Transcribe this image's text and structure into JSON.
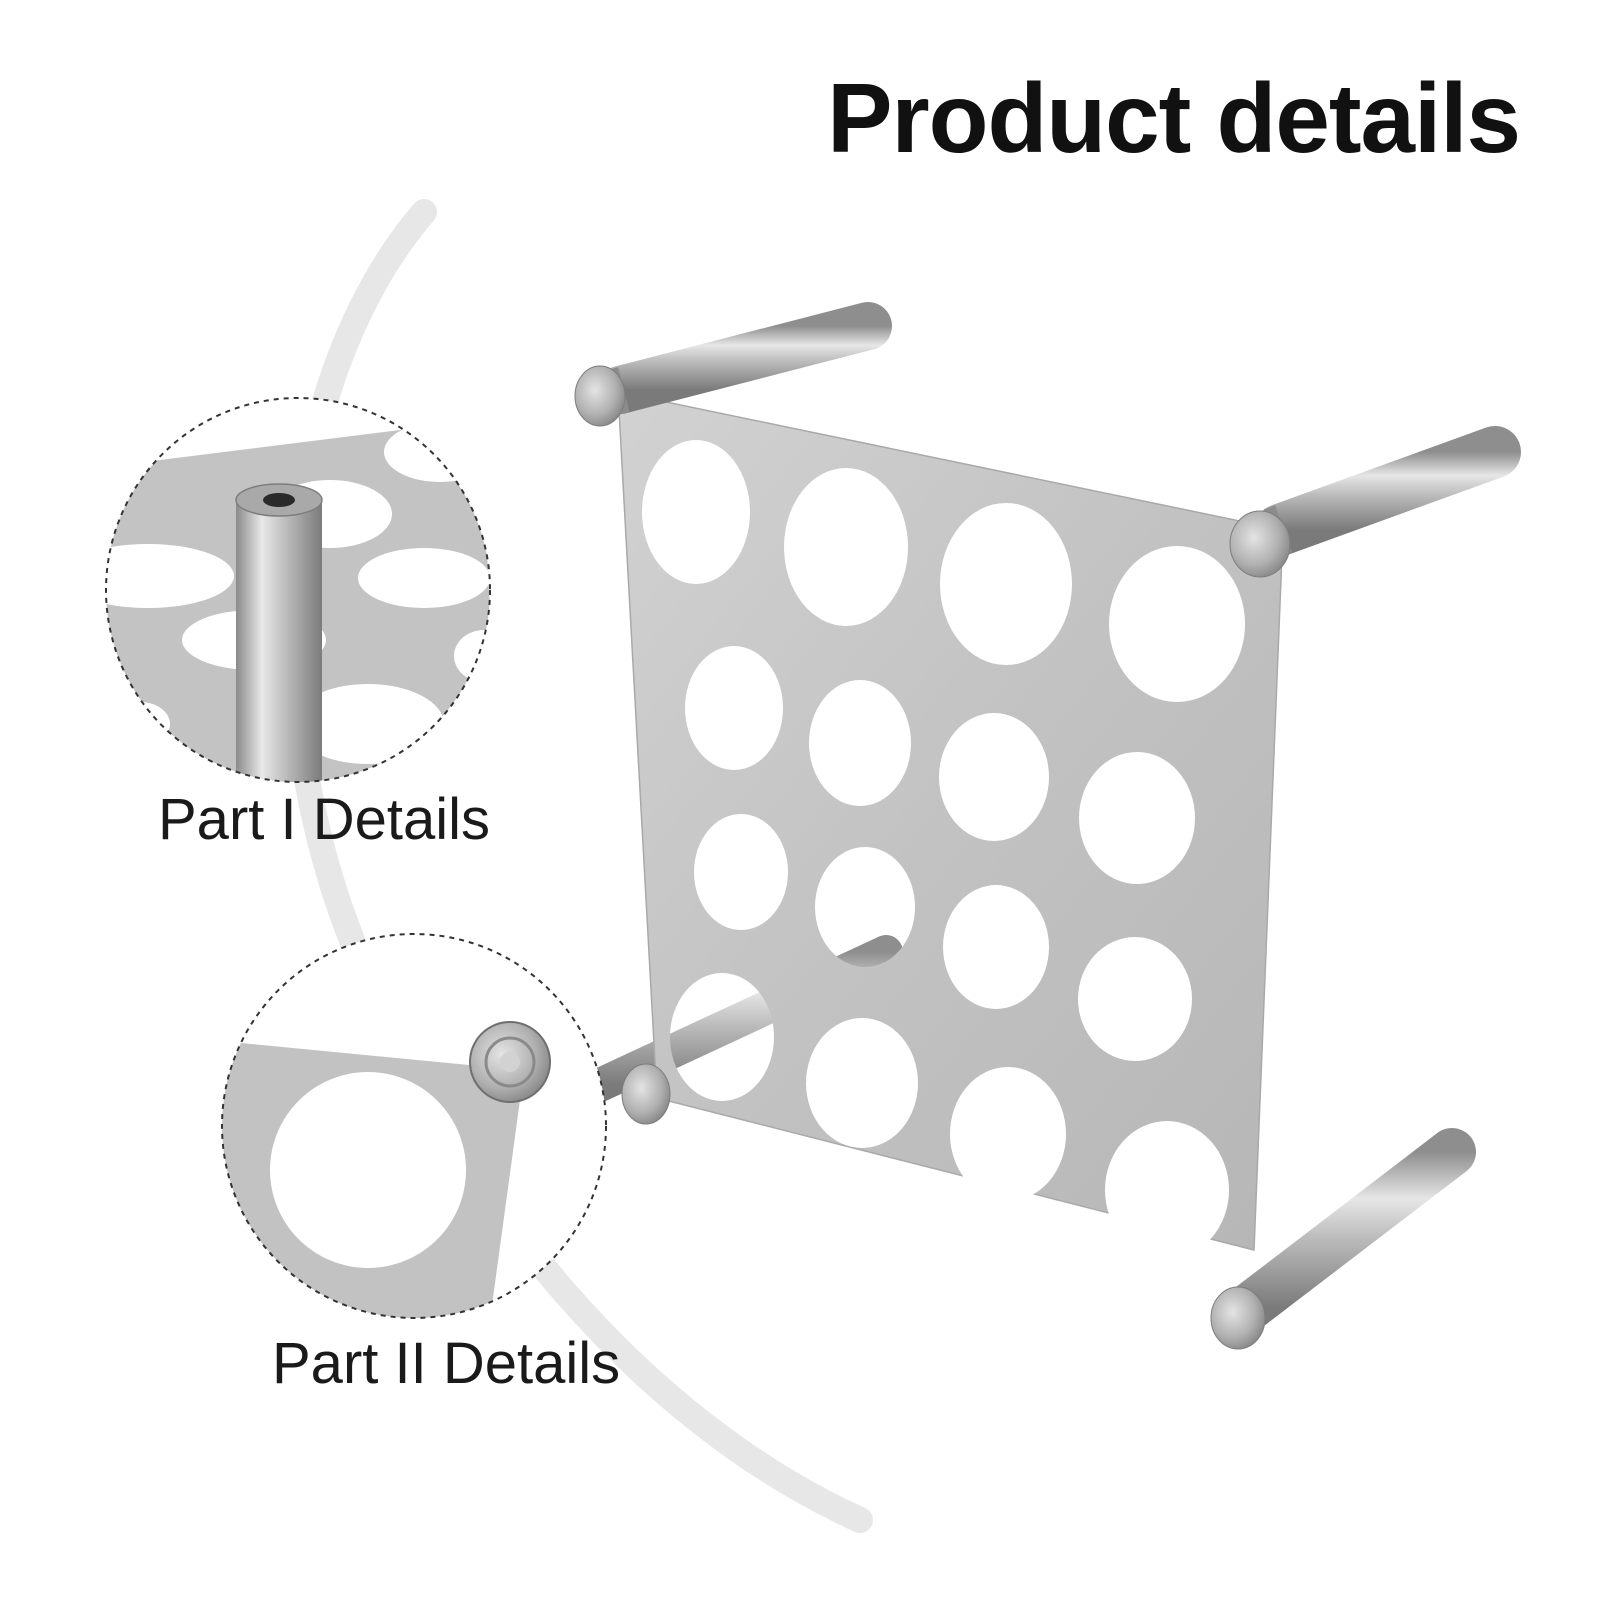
{
  "header": {
    "title": "Product details"
  },
  "callouts": [
    {
      "label": "Part I Details",
      "subject": "hollow-tube-post"
    },
    {
      "label": "Part II Details",
      "subject": "corner-end-cap"
    }
  ],
  "product": {
    "hole_rows": 4,
    "hole_cols": 4,
    "material_color": "#c4c4c4",
    "rod_color": "#bdbdbd"
  }
}
